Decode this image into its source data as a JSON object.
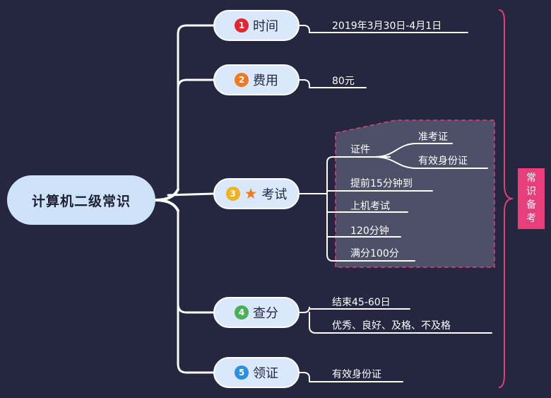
{
  "root": {
    "label": "计算机二级常识"
  },
  "topics": [
    {
      "num": "1",
      "label": "时间",
      "color": "#e0262e"
    },
    {
      "num": "2",
      "label": "费用",
      "color": "#f07a24"
    },
    {
      "num": "3",
      "label": "考试",
      "color": "#f0b21e",
      "star_icon": "star-icon"
    },
    {
      "num": "4",
      "label": "查分",
      "color": "#4cae57"
    },
    {
      "num": "5",
      "label": "领证",
      "color": "#2e8fe0"
    }
  ],
  "leaves": {
    "time": "2019年3月30日-4月1日",
    "fee": "80元",
    "exam": {
      "certificate": "证件",
      "admission_ticket": "准考证",
      "valid_id": "有效身份证",
      "arrive_early": "提前15分钟到",
      "computer_exam": "上机考试",
      "duration": "120分钟",
      "full_score": "满分100分"
    },
    "score": {
      "end": "结束45-60日",
      "grades": "优秀、良好、及格、不及格"
    },
    "license": "有效身份证"
  },
  "side_tag": {
    "chars": [
      "常",
      "识",
      "备",
      "考"
    ]
  },
  "colors": {
    "background": "#252640",
    "root_fill": "#cfe3f8",
    "topic_fill": "#d9e8fb",
    "exam_box": "#4d5068",
    "exam_border": "#e0407a",
    "bracket": "#e0407a",
    "side_tag": "#e83f7a"
  }
}
